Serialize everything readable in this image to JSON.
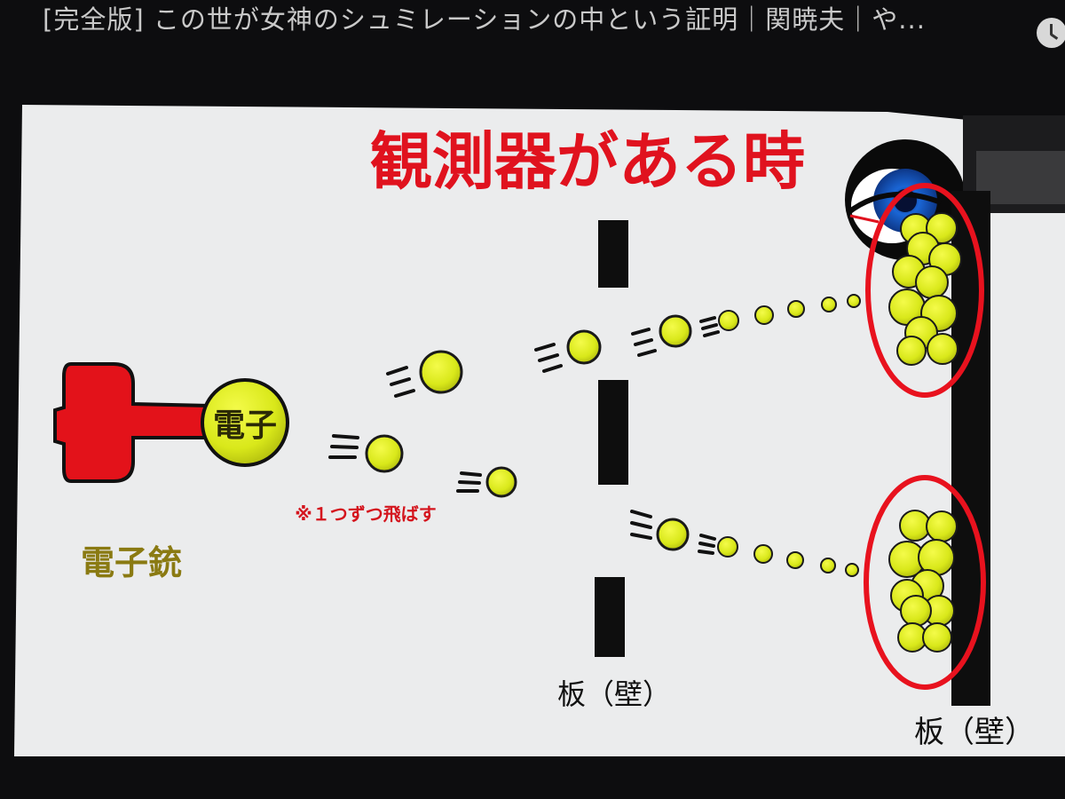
{
  "video": {
    "title": "[完全版] この世が女神のシュミレーションの中という証明｜関暁夫｜や..."
  },
  "slide": {
    "heading": "観測器がある時",
    "gun_label": "電子銃",
    "electron_label": "電子",
    "note": "※１つずつ飛ばす",
    "middle_wall_label": "板（壁）",
    "back_wall_label": "板（壁）"
  },
  "colors": {
    "heading_red": "#e0121e",
    "gun_red": "#e3121a",
    "electron_yellow": "#d9e81a",
    "gun_label_olive": "#8a7a12",
    "highlight_ring": "#e8121e",
    "eye_blue": "#1a66d6"
  },
  "icons": {
    "top_right": "clock-icon",
    "observer": "eye-icon"
  }
}
